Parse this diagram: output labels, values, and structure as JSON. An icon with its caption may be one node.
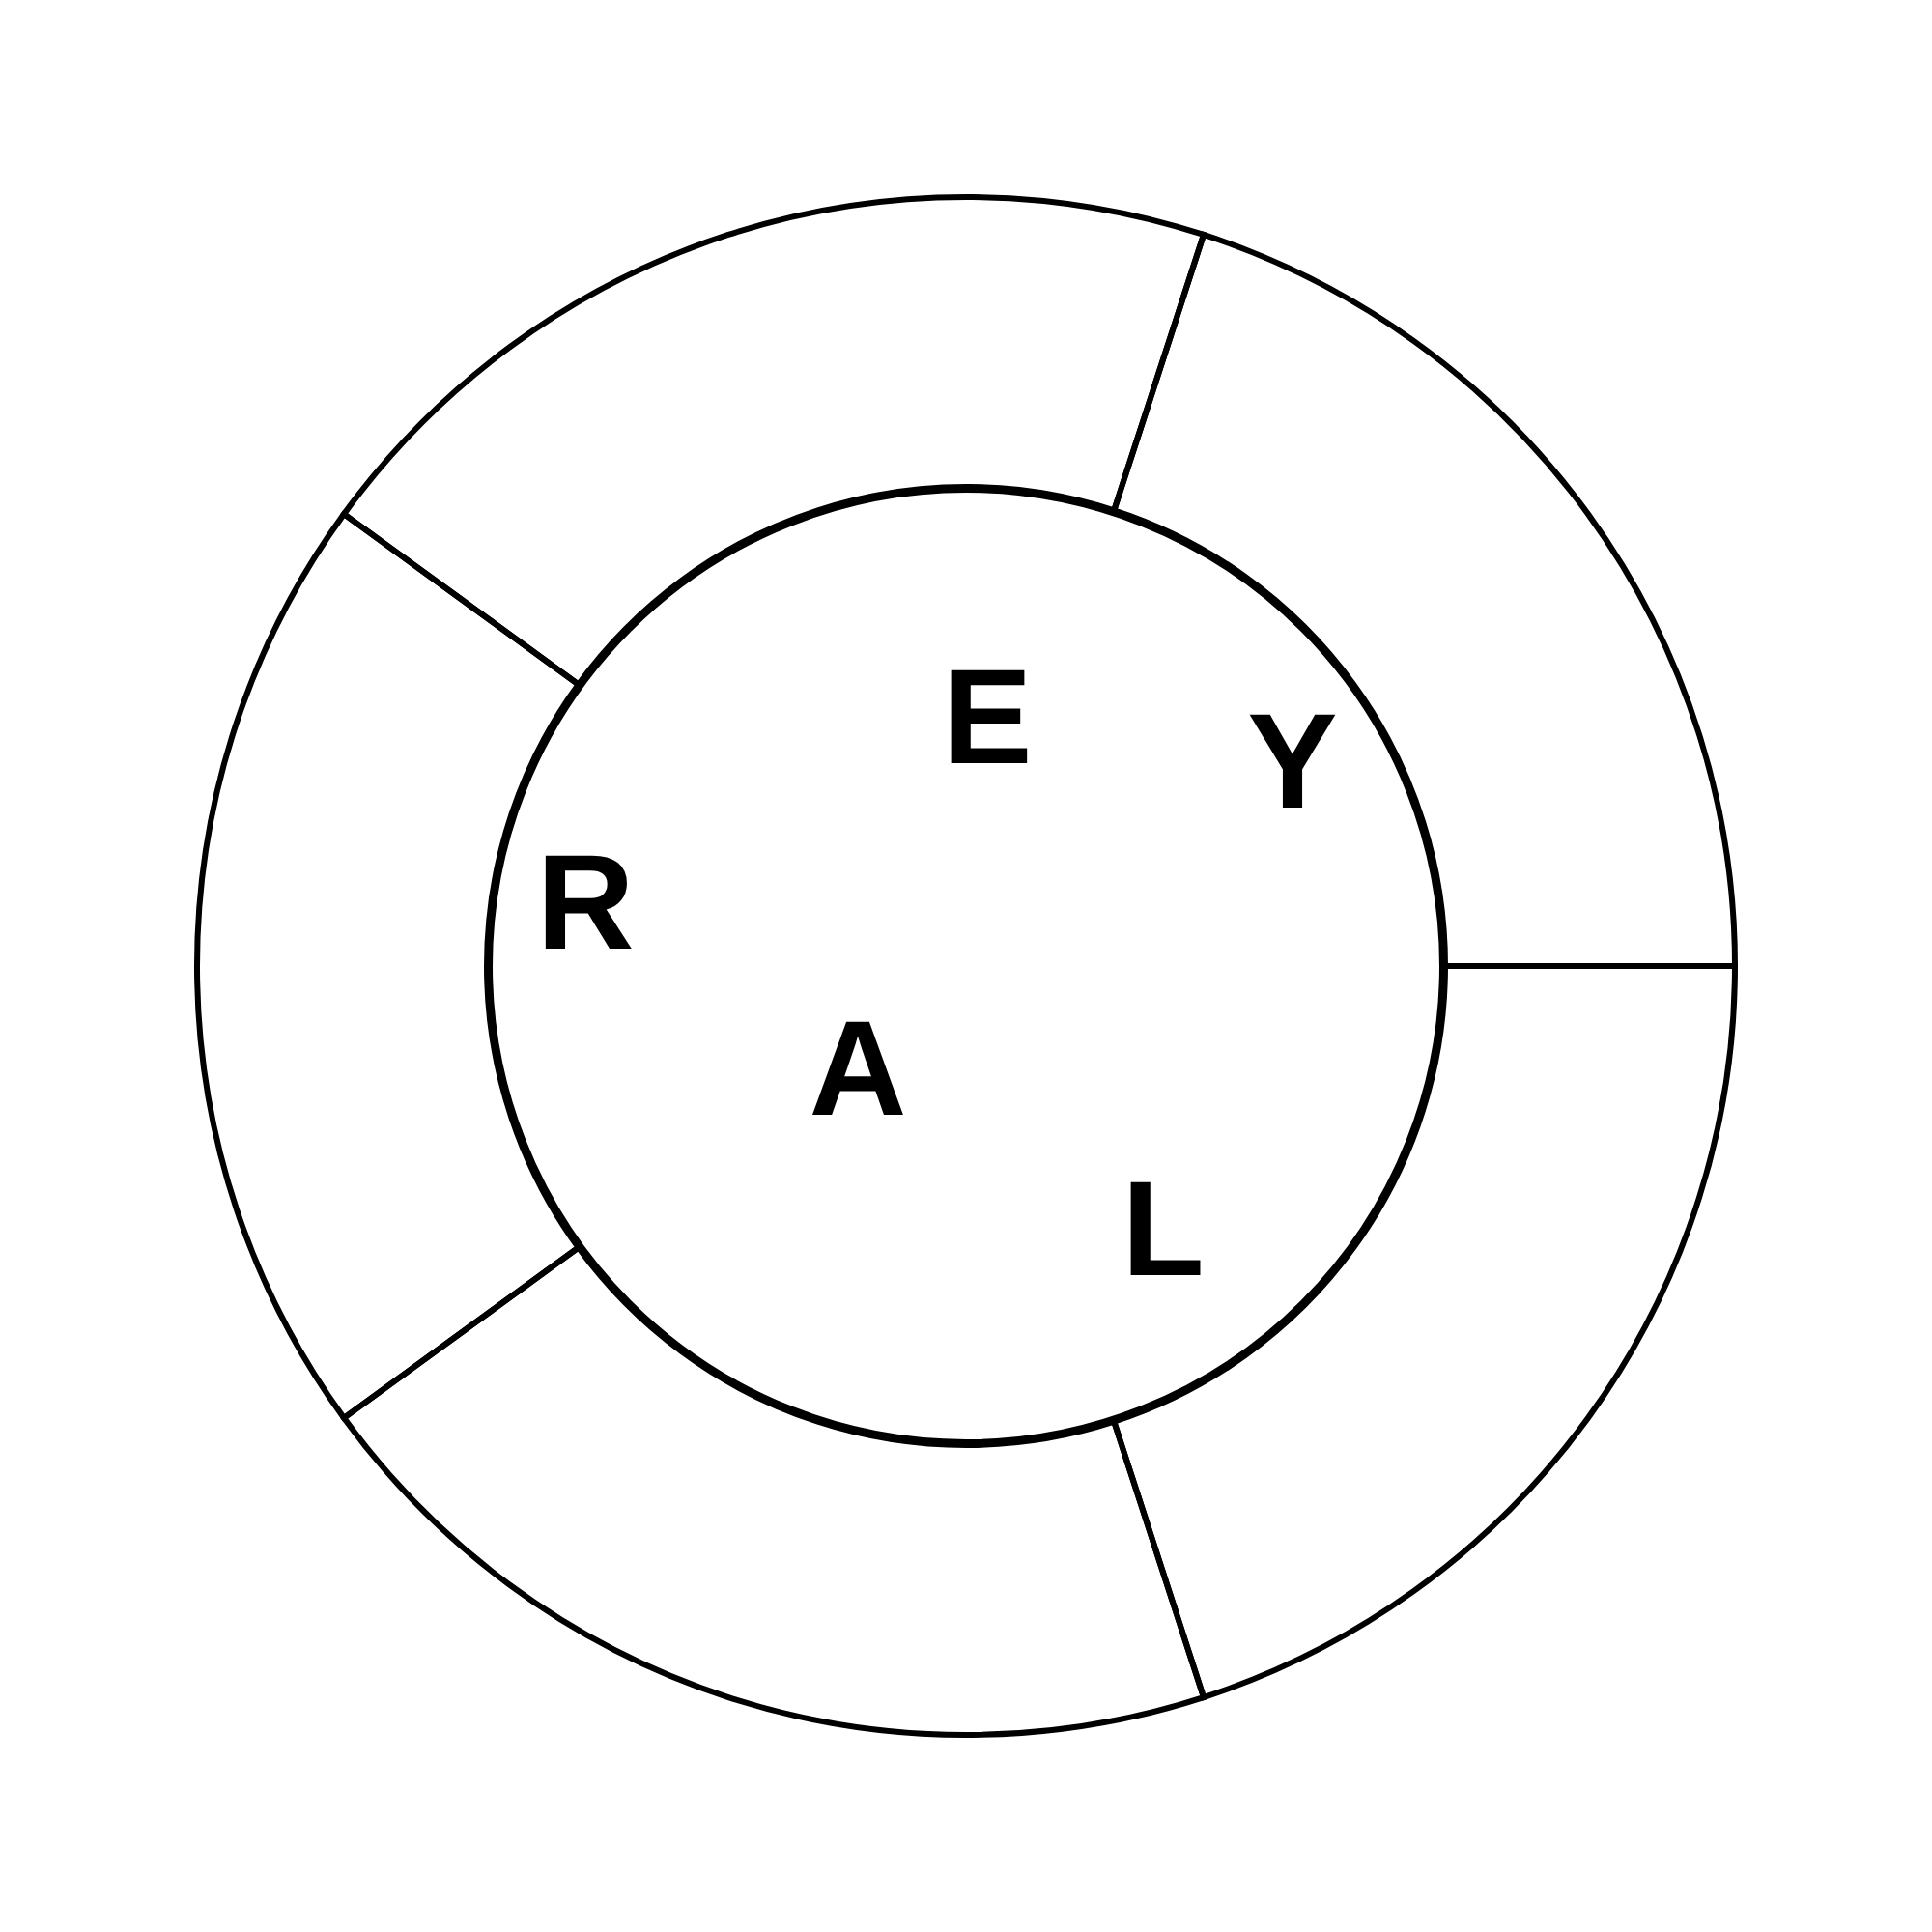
{
  "diagram": {
    "nodes": [
      {
        "text": [
          "E",
          "Y",
          "R",
          "A",
          "L"
        ]
      },
      {
        "text": [],
        "shape": "segment"
      },
      {
        "text": [],
        "shape": "segment"
      },
      {
        "text": [],
        "shape": "segment"
      },
      {
        "text": [],
        "shape": "segment"
      },
      {
        "text": [],
        "shape": "segment"
      }
    ]
  }
}
